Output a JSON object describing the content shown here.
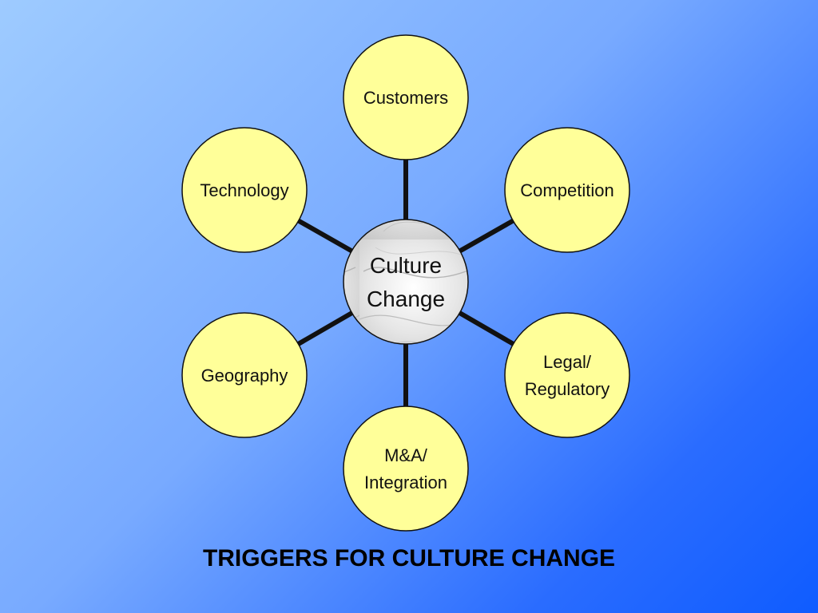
{
  "center": {
    "lines": [
      "Culture",
      "Change"
    ],
    "fill": "#eeeeee"
  },
  "nodes": [
    {
      "id": "customers",
      "lines": [
        "Customers"
      ]
    },
    {
      "id": "competition",
      "lines": [
        "Competition"
      ]
    },
    {
      "id": "legal",
      "lines": [
        "Legal/",
        "Regulatory"
      ]
    },
    {
      "id": "ma",
      "lines": [
        "M&A/",
        "Integration"
      ]
    },
    {
      "id": "geography",
      "lines": [
        "Geography"
      ]
    },
    {
      "id": "technology",
      "lines": [
        "Technology"
      ]
    }
  ],
  "title": "TRIGGERS FOR CULTURE CHANGE",
  "colors": {
    "node_fill": "#ffff99",
    "connector": "#111111",
    "background_start": "#9ecbff",
    "background_end": "#0f5cff"
  }
}
